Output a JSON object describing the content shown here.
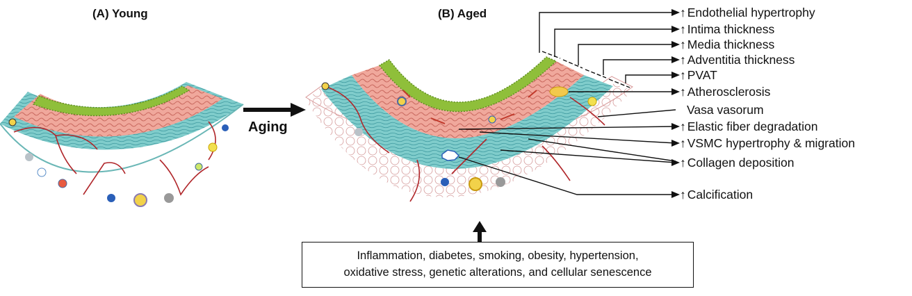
{
  "panels": {
    "young_title": "(A) Young",
    "aged_title": "(B) Aged"
  },
  "aging_label": "Aging",
  "annotations": [
    {
      "arrow": "↑",
      "text": "Endothelial hypertrophy"
    },
    {
      "arrow": "↑",
      "text": "Intima thickness"
    },
    {
      "arrow": "↑",
      "text": "Media thickness"
    },
    {
      "arrow": "↑",
      "text": "Adventitia thickness"
    },
    {
      "arrow": "↑",
      "text": "PVAT"
    },
    {
      "arrow": "↑",
      "text": "Atherosclerosis"
    },
    {
      "arrow": "",
      "text": "Vasa vasorum"
    },
    {
      "arrow": "↑",
      "text": "Elastic fiber degradation"
    },
    {
      "arrow": "↑",
      "text": "VSMC hypertrophy & migration"
    },
    {
      "arrow": "↑",
      "text": "Collagen deposition"
    },
    {
      "arrow": "↑",
      "text": "Calcification"
    }
  ],
  "risk_factors": {
    "line1": "Inflammation, diabetes, smoking, obesity, hypertension,",
    "line2": "oxidative stress, genetic alterations, and cellular senescence"
  },
  "colors": {
    "endothelium": "#8fbf3a",
    "media": "#f0a89c",
    "adventitia": "#7fcccb",
    "pvat": "#ffffff",
    "vessels": "#b0262a"
  }
}
